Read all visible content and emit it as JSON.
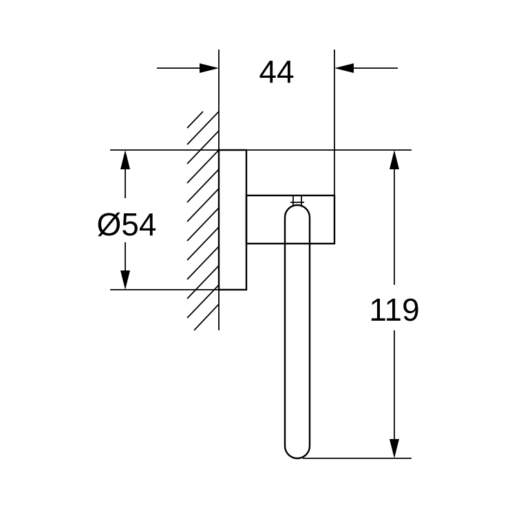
{
  "diagram": {
    "dimensions": {
      "depth_label": "44",
      "diameter_label": "Ø54",
      "height_label": "119"
    }
  }
}
